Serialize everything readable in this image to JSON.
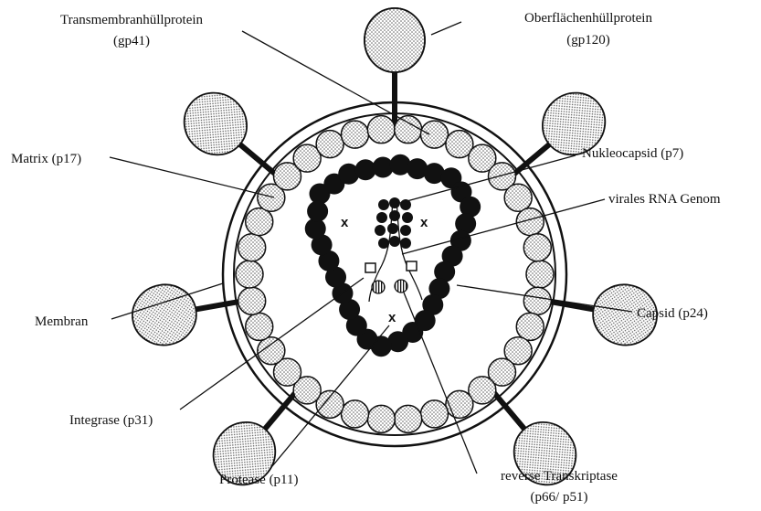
{
  "labels": {
    "transmembrane_l1": "Transmembranhüllprotein",
    "transmembrane_l2": "(gp41)",
    "surface_l1": "Oberflächenhüllprotein",
    "surface_l2": "(gp120)",
    "matrix": "Matrix (p17)",
    "nucleocapsid": "Nukleocapsid (p7)",
    "rna_genome": "virales RNA Genom",
    "membrane": "Membran",
    "capsid": "Capsid (p24)",
    "integrase": "Integrase (p31)",
    "protease": "Protease (p11)",
    "rt_l1": "reverse Transkriptase",
    "rt_l2": "(p66/ p51)"
  },
  "markers": {
    "x": "x"
  },
  "colors": {
    "ink": "#111111",
    "stipple": "#555555",
    "paper": "#ffffff"
  }
}
